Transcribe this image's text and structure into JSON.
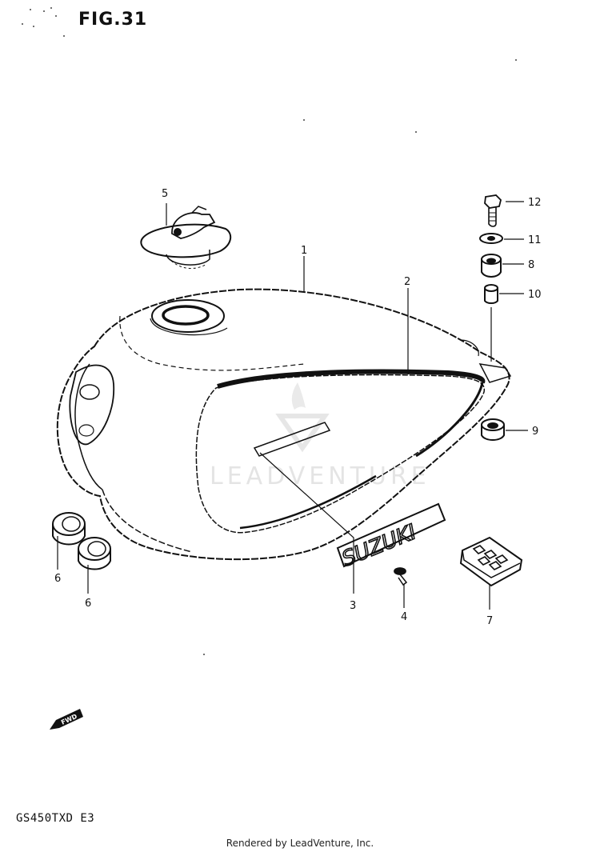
{
  "figure": {
    "title": "FIG.31",
    "model_code": "GS450TXD E3",
    "footer": "Rendered by LeadVenture, Inc.",
    "watermark_text": "LEADVENTURE",
    "emblem_text": "SUZUKI",
    "forward_arrow_text": "FWD"
  },
  "callouts": [
    {
      "id": "1",
      "label": "1"
    },
    {
      "id": "2",
      "label": "2"
    },
    {
      "id": "3",
      "label": "3"
    },
    {
      "id": "4",
      "label": "4"
    },
    {
      "id": "5",
      "label": "5"
    },
    {
      "id": "6a",
      "label": "6"
    },
    {
      "id": "6b",
      "label": "6"
    },
    {
      "id": "7",
      "label": "7"
    },
    {
      "id": "8",
      "label": "8"
    },
    {
      "id": "9",
      "label": "9"
    },
    {
      "id": "10",
      "label": "10"
    },
    {
      "id": "11",
      "label": "11"
    },
    {
      "id": "12",
      "label": "12"
    }
  ],
  "colors": {
    "ink": "#111111",
    "watermark": "#cfcfcf",
    "background": "#ffffff"
  }
}
